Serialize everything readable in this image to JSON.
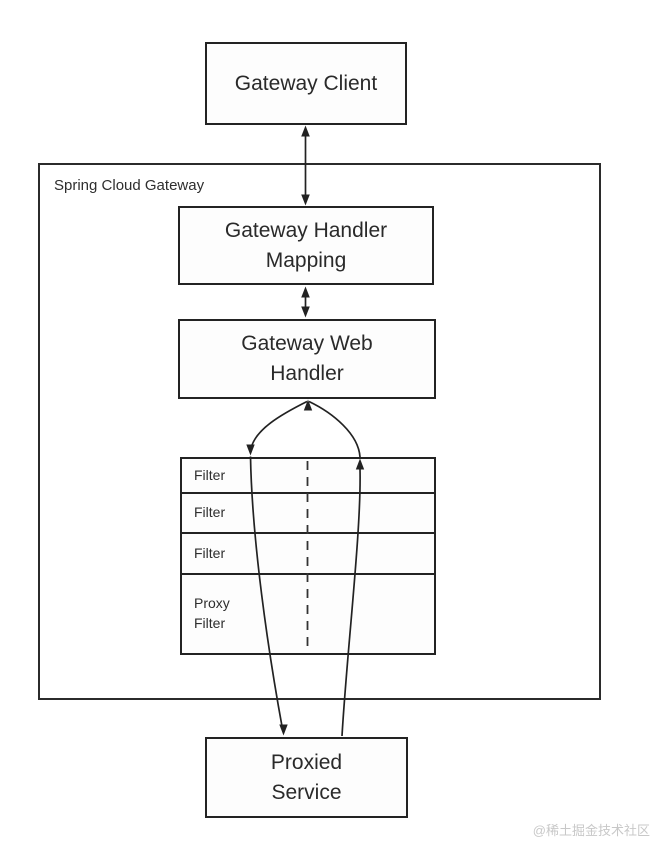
{
  "container": {
    "label": "Spring Cloud Gateway"
  },
  "nodes": {
    "gateway_client": {
      "label": "Gateway Client"
    },
    "handler_mapping": {
      "label": "Gateway Handler Mapping"
    },
    "web_handler": {
      "label": "Gateway Web Handler"
    },
    "proxied_service": {
      "label": "Proxied Service"
    }
  },
  "filter_table": {
    "rows": [
      {
        "label": "Filter"
      },
      {
        "label": "Filter"
      },
      {
        "label": "Filter"
      },
      {
        "label": "Proxy Filter"
      }
    ]
  },
  "arrows": [
    {
      "from": "Gateway Client",
      "to": "Gateway Handler Mapping",
      "direction": "bidirectional"
    },
    {
      "from": "Gateway Handler Mapping",
      "to": "Gateway Web Handler",
      "direction": "bidirectional"
    },
    {
      "from": "Gateway Web Handler",
      "to": "Proxied Service",
      "direction": "down",
      "via": "filter chain (request path)"
    },
    {
      "from": "Proxied Service",
      "to": "Gateway Web Handler",
      "direction": "up",
      "via": "filter chain (response path)"
    }
  ],
  "watermark": {
    "text": "@稀土掘金技术社区"
  },
  "colors": {
    "background": "#ffffff",
    "line": "#222222",
    "text": "#2a2a2a",
    "watermark": "#c8c8c8"
  }
}
